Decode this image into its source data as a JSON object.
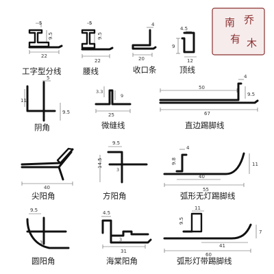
{
  "seal": {
    "chars": [
      "南",
      "乔",
      "有",
      "木"
    ],
    "color": "#8a2f2f"
  },
  "profiles": [
    {
      "label": "工字型分线",
      "dims": [
        "5",
        "9.5",
        "22"
      ]
    },
    {
      "label": "腰线",
      "dims": [
        "5",
        "9.5",
        "22"
      ]
    },
    {
      "label": "收口条",
      "dims": [
        "4",
        "20"
      ]
    },
    {
      "label": "顶线",
      "dims": [
        "4.5",
        "9",
        "12"
      ]
    },
    {
      "label": "阴角",
      "dims": [
        "5",
        "11",
        "9.5"
      ]
    },
    {
      "label": "微缝线",
      "dims": [
        "3.3",
        "9",
        "25"
      ]
    },
    {
      "label": "直边踢脚线",
      "dims": [
        "50",
        "4",
        "9.5",
        "67"
      ]
    },
    {
      "label": "尖阳角",
      "dims": [
        "40"
      ]
    },
    {
      "label": "方阳角",
      "dims": [
        "9.5",
        "14.5",
        "3"
      ]
    },
    {
      "label": "弧形无灯踢脚线",
      "dims": [
        "4",
        "9.8",
        "40",
        "55",
        "11"
      ]
    },
    {
      "label": "圆阳角",
      "dims": [
        "9.5",
        "3"
      ]
    },
    {
      "label": "海棠阳角",
      "dims": [
        "4.5",
        "31",
        "3"
      ]
    },
    {
      "label": "弧形灯带踢脚线",
      "dims": [
        "11",
        "9.5",
        "41",
        "60",
        "7"
      ]
    }
  ]
}
